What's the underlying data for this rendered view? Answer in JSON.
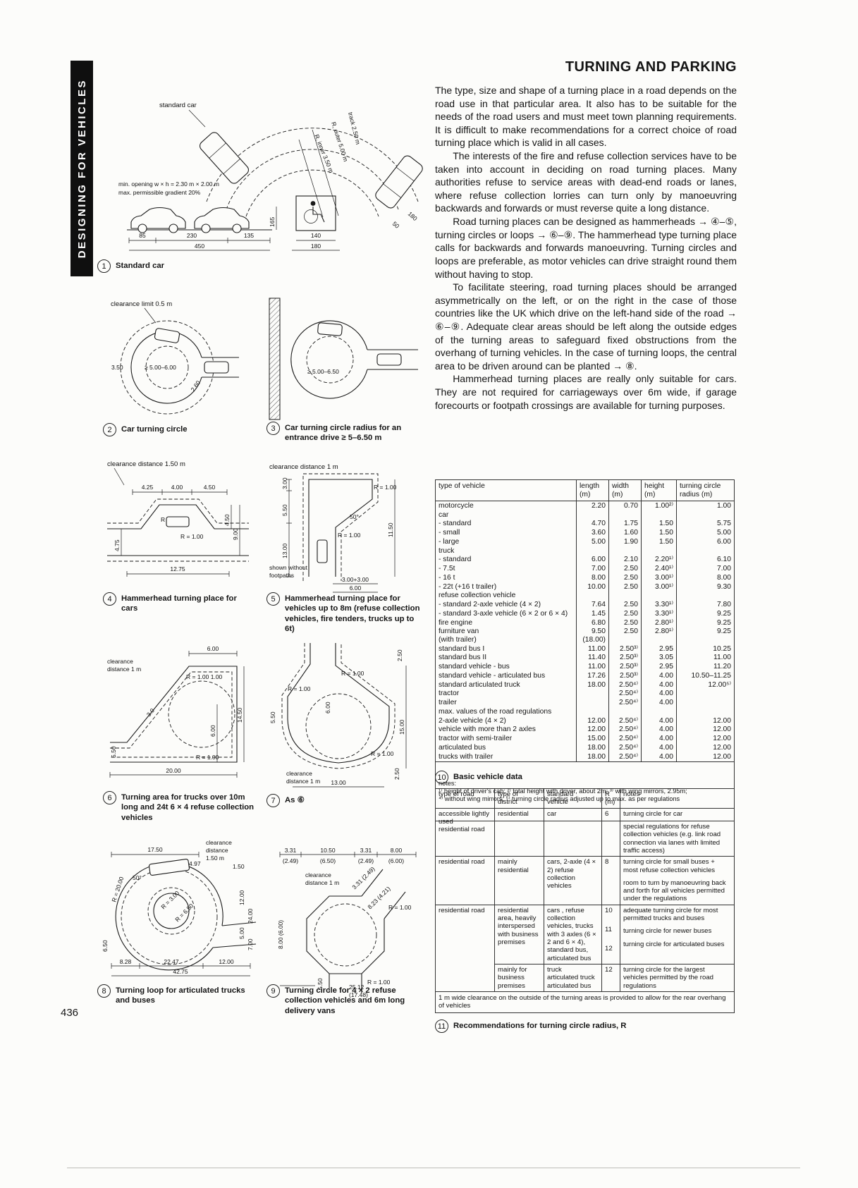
{
  "page": {
    "number": "436",
    "banner": "DESIGNING FOR VEHICLES"
  },
  "article": {
    "title": "TURNING AND PARKING",
    "paragraphs": [
      "The type, size and shape of a turning place in a road depends on the road use in that particular area. It also has to be suitable for the needs of the road users and must meet town planning requirements. It is difficult to make recommendations for a correct choice of road turning place which is valid in all cases.",
      "The interests of the fire and refuse collection services have to be taken into account in deciding on road turning places. Many authorities refuse to service areas with dead-end roads or lanes, where refuse collection lorries can turn only by manoeuvring backwards and forwards or must reverse quite a long distance.",
      "Road turning places can be designed as hammerheads → ④–⑤, turning circles or loops → ⑥–⑨. The hammerhead type turning place calls for backwards and forwards manoeuvring. Turning circles and loops are preferable, as motor vehicles can drive straight round them without having to stop.",
      "To facilitate steering, road turning places should be arranged asymmetrically on the left, or on the right in the case of those countries like the UK which drive on the left-hand side of the road → ⑥–⑨. Adequate clear areas should be left along the outside edges of the turning areas to safeguard fixed obstructions from the overhang of turning vehicles. In the case of turning loops, the central area to be driven around can be planted → ⑧.",
      "Hammerhead turning places are really only suitable for cars. They are not required for carriageways over 6m wide, if garage forecourts or footpath crossings are available for turning purposes."
    ]
  },
  "figures": {
    "f1": {
      "num": "1",
      "caption": "Standard car",
      "labels": {
        "standard_car": "standard car",
        "min_opening": "min. opening w × h = 2.30 m × 2.00 m",
        "max_gradient": "max. permissible gradient 20%",
        "track": "track 2.50 m",
        "r_outer": "R, outer 5.00 m",
        "r_inner": "R, inner 3.50 m",
        "h165": "165",
        "d85": "85",
        "d230": "230",
        "d135": "135",
        "d450": "450",
        "d140": "140",
        "d180": "180",
        "a50": "50",
        "a180": "180"
      }
    },
    "f2": {
      "num": "2",
      "caption": "Car turning circle",
      "labels": {
        "clearance": "clearance limit 0.5 m",
        "radius": "≥ 5.00–6.00",
        "d350": "3.50",
        "d260": "2.60"
      }
    },
    "f3": {
      "num": "3",
      "caption": "Car turning circle radius for an entrance drive ≥ 5–6.50 m",
      "labels": {
        "radius": "≥ 5.00–6.50"
      }
    },
    "f4": {
      "num": "4",
      "caption": "Hammerhead turning place for cars",
      "labels": {
        "clearance": "clearance distance 1.50 m",
        "d425": "4.25",
        "d400": "4.00",
        "d450": "4.50",
        "r100a": "R = 1.00",
        "r100b": "R = 1.00",
        "d475": "4.75",
        "d450r": "4.50",
        "d900": "9.00",
        "d1275": "12.75"
      }
    },
    "f5": {
      "num": "5",
      "caption": "Hammerhead turning place for vehicles up to 8m (refuse collection vehicles, fire tenders, trucks up to 6t)",
      "labels": {
        "clearance": "clearance distance 1 m",
        "d300": "3.00",
        "d550": "5.50",
        "d1300": "13.00",
        "d1150": "11.50",
        "a50": "50°",
        "r100a": "R = 1.00",
        "r100b": "R = 1.00",
        "shown1": "shown without",
        "shown2": "footpaths",
        "d300300": "3.00+3.00",
        "d600": "6.00"
      }
    },
    "f6": {
      "num": "6",
      "caption": "Turning area for trucks over 10m long and 24t 6 × 4 refuse collection vehicles",
      "labels": {
        "d600top": "6.00",
        "clearance1": "clearance",
        "clearance2": "distance 1 m",
        "d30": "3.0",
        "r100top": "R = 1.00  1.00",
        "d1450": "14.50",
        "d600i": "6.00",
        "d550": "5.50",
        "r100b": "R = 1.00",
        "d2000": "20.00"
      }
    },
    "f7": {
      "num": "7",
      "caption": "As ⑥",
      "labels": {
        "d250t": "2.50",
        "r100a": "R = 1.00",
        "r100b": "R = 1.00",
        "d600": "6.00",
        "d1500": "15.00",
        "d550": "5.50",
        "clearance1": "clearance",
        "clearance2": "distance 1 m",
        "r100c": "R = 1.00",
        "d250b": "2.50",
        "d1300": "13.00"
      }
    },
    "f8": {
      "num": "8",
      "caption": "Turning loop for articulated trucks and buses",
      "labels": {
        "c1": "clearance",
        "c2": "distance",
        "c3": "1.50 m",
        "d1750": "17.50",
        "d497": "4.97",
        "d150": "1.50",
        "r2000": "R = 20.00",
        "a50": "50°",
        "r300": "R = 3.00",
        "r650": "R = 6.50",
        "d650": "6.50",
        "d1200r": "12.00",
        "d2400": "24.00",
        "d500": "5.00",
        "d700": "7.00",
        "d828": "8.28",
        "d2247": "22.47",
        "d1200b": "12.00",
        "d4275": "42.75"
      }
    },
    "f9": {
      "num": "9",
      "caption": "Turning circle for 4 × 2 refuse collection vehicles and 6m long delivery vans",
      "labels": {
        "t331a": "3.31",
        "t1050": "10.50",
        "t331b": "3.31",
        "t800": "8.00",
        "t249a": "(2.49)",
        "t650": "(6.50)",
        "t249b": "(2.49)",
        "t600": "(6.00)",
        "clearance1": "clearance",
        "clearance2": "distance 1 m",
        "l800": "8.00 (6.00)",
        "l550": "5.50",
        "diag1": "3.31 (2.49)",
        "diag2": "8.23 (4.21)",
        "r100t": "R = 1.00",
        "r100b": "R = 1.00",
        "b2512": "25.12",
        "b1748": "(17.48)"
      }
    }
  },
  "vehicle_table": {
    "num": "10",
    "caption": "Basic vehicle data",
    "headers": [
      "type of vehicle",
      "length\n(m)",
      "width\n(m)",
      "height\n(m)",
      "turning circle\nradius (m)"
    ],
    "rows": [
      {
        "c": [
          "motorcycle",
          "2.20",
          "0.70",
          "1.00²⁾",
          "1.00"
        ]
      },
      {
        "c": [
          "car",
          "",
          "",
          "",
          ""
        ]
      },
      {
        "c": [
          "- standard",
          "4.70",
          "1.75",
          "1.50",
          "5.75"
        ]
      },
      {
        "c": [
          "- small",
          "3.60",
          "1.60",
          "1.50",
          "5.00"
        ]
      },
      {
        "c": [
          "- large",
          "5.00",
          "1.90",
          "1.50",
          "6.00"
        ]
      },
      {
        "c": [
          "truck",
          "",
          "",
          "",
          ""
        ]
      },
      {
        "c": [
          "- standard",
          "6.00",
          "2.10",
          "2.20¹⁾",
          "6.10"
        ]
      },
      {
        "c": [
          "- 7.5t",
          "7.00",
          "2.50",
          "2.40¹⁾",
          "7.00"
        ]
      },
      {
        "c": [
          "- 16 t",
          "8.00",
          "2.50",
          "3.00¹⁾",
          "8.00"
        ]
      },
      {
        "c": [
          "- 22t (+16 t trailer)",
          "10.00",
          "2.50",
          "3.00¹⁾",
          "9.30"
        ]
      },
      {
        "c": [
          "refuse collection vehicle",
          "",
          "",
          "",
          ""
        ]
      },
      {
        "c": [
          "- standard 2-axle vehicle (4 × 2)",
          "7.64",
          "2.50",
          "3.30¹⁾",
          "7.80"
        ]
      },
      {
        "c": [
          "- standard 3-axle vehicle (6 × 2 or 6 × 4)",
          "1.45",
          "2.50",
          "3.30¹⁾",
          "9.25"
        ]
      },
      {
        "c": [
          "fire engine",
          "6.80",
          "2.50",
          "2.80¹⁾",
          "9.25"
        ]
      },
      {
        "c": [
          "furniture van\n(with trailer)",
          "9.50\n(18.00)",
          "2.50",
          "2.80¹⁾",
          "9.25"
        ]
      },
      {
        "c": [
          "standard bus I",
          "11.00",
          "2.50³⁾",
          "2.95",
          "10.25"
        ]
      },
      {
        "c": [
          "standard bus II",
          "11.40",
          "2.50³⁾",
          "3.05",
          "11.00"
        ]
      },
      {
        "c": [
          "standard vehicle - bus",
          "11.00",
          "2.50³⁾",
          "2.95",
          "11.20"
        ]
      },
      {
        "c": [
          "standard vehicle - articulated bus",
          "17.26",
          "2.50³⁾",
          "4.00",
          "10.50–11.25"
        ]
      },
      {
        "c": [
          "standard articulated truck",
          "18.00",
          "2.50⁴⁾",
          "4.00",
          "12.00⁵⁾"
        ]
      },
      {
        "c": [
          "tractor",
          "",
          "2.50⁴⁾",
          "4.00",
          ""
        ]
      },
      {
        "c": [
          "trailer",
          "",
          "2.50⁴⁾",
          "4.00",
          ""
        ]
      },
      {
        "c": [
          "max. values of the road regulations",
          "",
          "",
          "",
          ""
        ]
      },
      {
        "c": [
          "2-axle vehicle (4 × 2)",
          "12.00",
          "2.50⁴⁾",
          "4.00",
          "12.00"
        ]
      },
      {
        "c": [
          "vehicle with more than 2 axles",
          "12.00",
          "2.50⁴⁾",
          "4.00",
          "12.00"
        ]
      },
      {
        "c": [
          "tractor with semi-trailer",
          "15.00",
          "2.50⁴⁾",
          "4.00",
          "12.00"
        ]
      },
      {
        "c": [
          "articulated bus",
          "18.00",
          "2.50⁴⁾",
          "4.00",
          "12.00"
        ]
      },
      {
        "c": [
          "trucks with trailer",
          "18.00",
          "2.50⁴⁾",
          "4.00",
          "12.00"
        ]
      }
    ],
    "notes": "notes:\n¹⁾ height of driver's cab; ²⁾ total height with driver, about 2m; ³⁾ with wing mirrors, 2.95m;\n⁴⁾ without wing mirrors; ⁵⁾ turning circle radius adjusted up to max. as per regulations"
  },
  "radius_table": {
    "num": "11",
    "caption": "Recommendations for turning circle radius, R",
    "headers": [
      "type of road",
      "type of\ndistrict",
      "standard\nvehicle",
      "R\n(m)",
      "notes"
    ],
    "rows": [
      {
        "road": "accessible lightly used\nresidential road",
        "district": "residential",
        "vehicle": "car",
        "r": "6",
        "notes": [
          "turning circle for car",
          "special regulations for refuse collection vehicles (e.g. link road connection via lanes with limited traffic access)"
        ]
      },
      {
        "road": "residential road",
        "district": "mainly residential",
        "vehicle": "cars, 2-axle (4 × 2) refuse collection vehicles",
        "r": "8",
        "notes": [
          "turning circle for small buses + most refuse collection vehicles",
          "room to turn by manoeuvring back and forth for all vehicles permitted under the regulations"
        ]
      },
      {
        "road": "residential road",
        "road_rowspan": 2,
        "district": "residential area, heavily interspersed with business premises",
        "vehicle": "cars , refuse collection vehicles, trucks with 3 axles (6 × 2 and 6 × 4), standard bus, articulated bus",
        "r": [
          "10",
          "11",
          "12"
        ],
        "notes": [
          "adequate turning circle for most permitted trucks and buses",
          "turning circle for newer buses",
          "turning circle for articulated buses"
        ]
      },
      {
        "road": null,
        "district": "mainly for business premises",
        "vehicle": "truck\narticulated truck\narticulated bus",
        "r": "12",
        "notes": [
          "turning circle for the largest vehicles permitted by the road regulations"
        ]
      }
    ],
    "footer": "1 m wide clearance on the outside of the turning areas is provided to allow for the rear overhang of vehicles"
  }
}
